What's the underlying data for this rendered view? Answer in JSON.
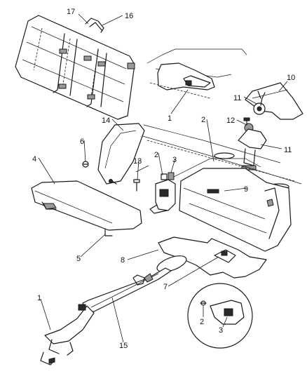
{
  "callouts": [
    {
      "id": "c17",
      "label": "17"
    },
    {
      "id": "c16",
      "label": "16"
    },
    {
      "id": "c1a",
      "label": "1"
    },
    {
      "id": "c10",
      "label": "10"
    },
    {
      "id": "c11a",
      "label": "11"
    },
    {
      "id": "c2a",
      "label": "2"
    },
    {
      "id": "c12",
      "label": "12"
    },
    {
      "id": "c14",
      "label": "14"
    },
    {
      "id": "c11b",
      "label": "11"
    },
    {
      "id": "c6",
      "label": "6"
    },
    {
      "id": "c4",
      "label": "4"
    },
    {
      "id": "c2b",
      "label": "2"
    },
    {
      "id": "c3a",
      "label": "3"
    },
    {
      "id": "c13",
      "label": "13"
    },
    {
      "id": "c9",
      "label": "9"
    },
    {
      "id": "c5",
      "label": "5"
    },
    {
      "id": "c8",
      "label": "8"
    },
    {
      "id": "c7",
      "label": "7"
    },
    {
      "id": "c1b",
      "label": "1"
    },
    {
      "id": "c2c",
      "label": "2"
    },
    {
      "id": "c3b",
      "label": "3"
    },
    {
      "id": "c15",
      "label": "15"
    }
  ]
}
